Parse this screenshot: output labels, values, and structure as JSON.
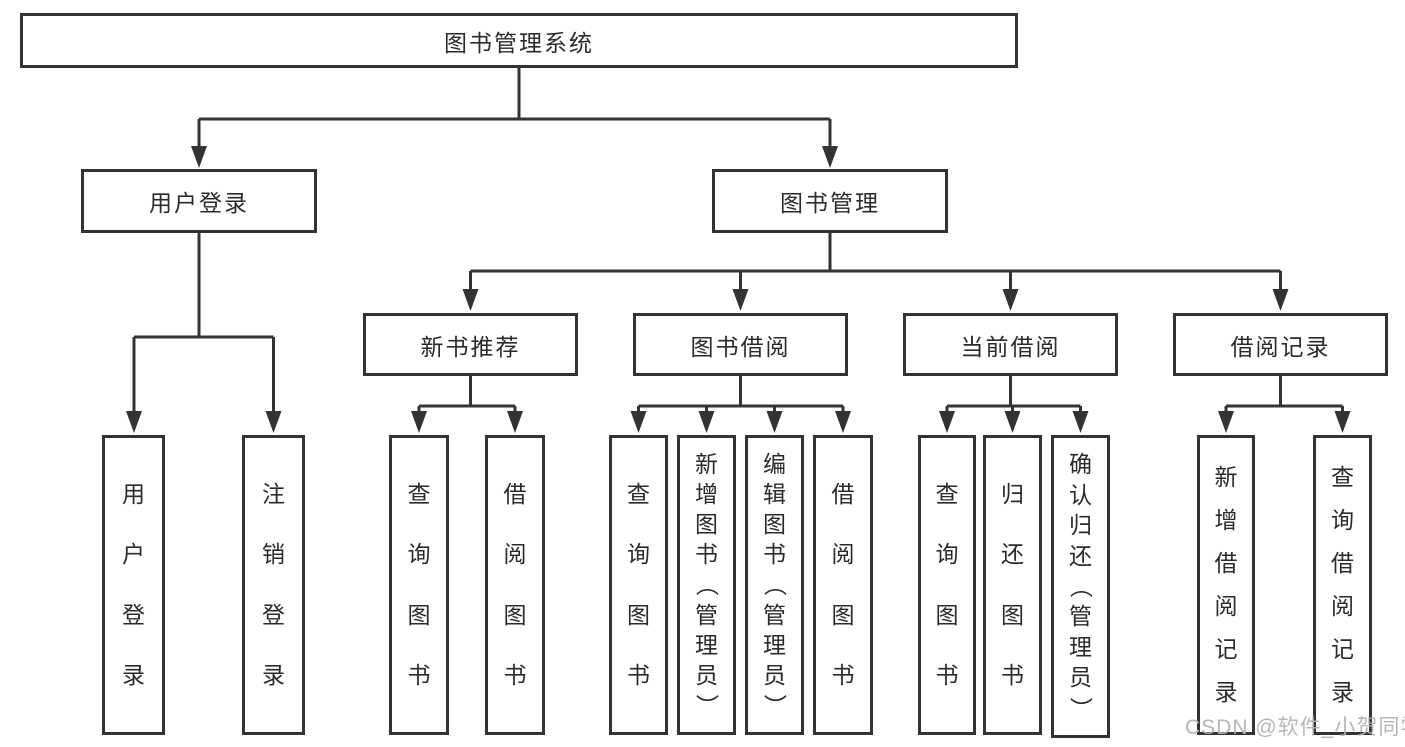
{
  "tree": {
    "root": {
      "label": "图书管理系统"
    },
    "children": [
      {
        "label": "用户登录",
        "children": [
          {
            "label": "用户登录"
          },
          {
            "label": "注销登录"
          }
        ]
      },
      {
        "label": "图书管理",
        "children": [
          {
            "label": "新书推荐",
            "children": [
              {
                "label": "查询图书"
              },
              {
                "label": "借阅图书"
              }
            ]
          },
          {
            "label": "图书借阅",
            "children": [
              {
                "label": "查询图书"
              },
              {
                "label": "新增图书（管理员）"
              },
              {
                "label": "编辑图书（管理员）"
              },
              {
                "label": "借阅图书"
              }
            ]
          },
          {
            "label": "当前借阅",
            "children": [
              {
                "label": "查询图书"
              },
              {
                "label": "归还图书"
              },
              {
                "label": "确认归还（管理员）"
              }
            ]
          },
          {
            "label": "借阅记录",
            "children": [
              {
                "label": "新增借阅记录"
              },
              {
                "label": "查询借阅记录"
              }
            ]
          }
        ]
      }
    ]
  },
  "watermark": {
    "text": "CSDN @软件_小贺同学"
  },
  "colors": {
    "line": "#333333",
    "box_border": "#333333",
    "box_background": "#ffffff",
    "text": "#2b2b2b",
    "watermark": "#b2b2b2",
    "background": "#ffffff"
  }
}
